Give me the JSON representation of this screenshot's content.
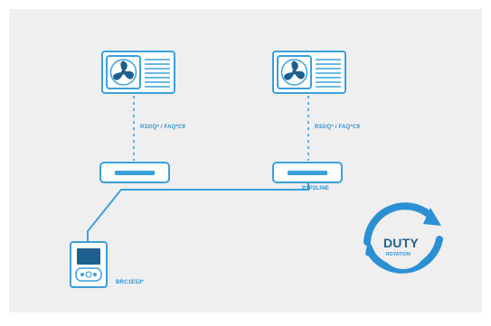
{
  "outdoor_units": [
    {
      "name": "outdoor-unit-1",
      "refrigerant_label": "R32/Q* / FAQ*C9"
    },
    {
      "name": "outdoor-unit-2",
      "refrigerant_label": "R32/Q* / FAQ*C9"
    }
  ],
  "wiring_label": "P1P2LINE",
  "controller_label": "BRC1E53*",
  "badge": {
    "title": "DUTY",
    "subtitle": "ROTATION"
  },
  "colors": {
    "background_panel": "#efefef",
    "line_blue": "#3aa0dc",
    "dark_blue": "#1f5f8f",
    "arrow_blue": "#2b8fd3"
  },
  "icons": [
    "fan-icon",
    "grille-icon",
    "indoor-unit-icon",
    "remote-controller-icon",
    "rotation-arrows-icon"
  ]
}
